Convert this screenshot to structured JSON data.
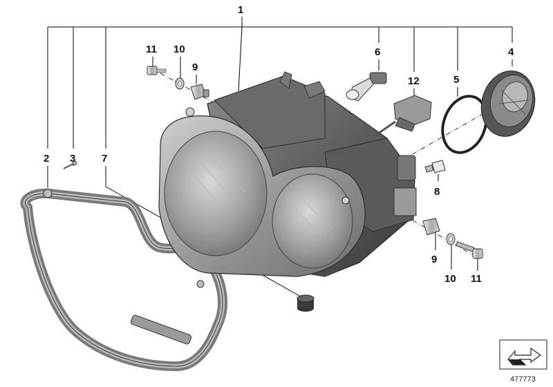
{
  "diagram": {
    "callouts": {
      "p1": "1",
      "p2": "2",
      "p3": "3",
      "p4": "4",
      "p5": "5",
      "p6": "6",
      "p7": "7",
      "p8": "8",
      "p9_top": "9",
      "p9_bottom": "9",
      "p10_top": "10",
      "p10_bottom": "10",
      "p11_top": "11",
      "p11_bottom": "11",
      "p12": "12"
    },
    "diagram_number": "477773",
    "icon": "navigation-arrow-icon"
  }
}
